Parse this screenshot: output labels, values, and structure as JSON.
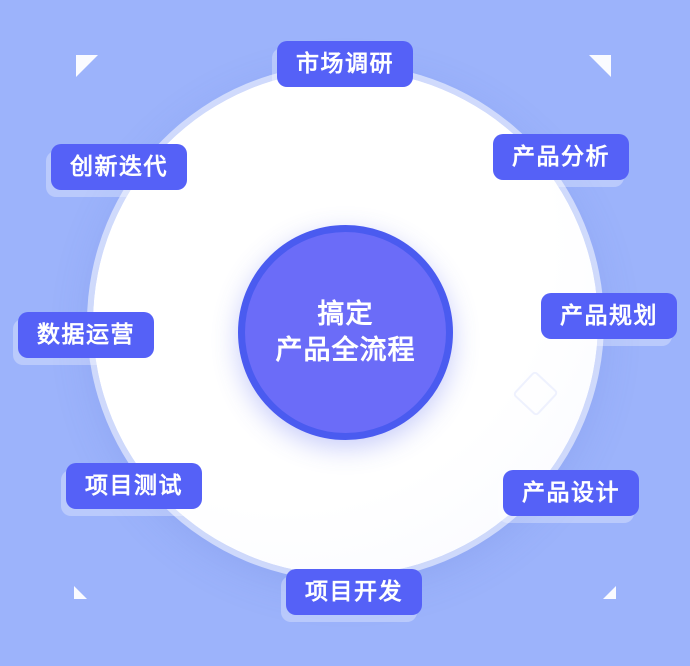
{
  "theme": {
    "background_color": "#9CB3FB",
    "chip_color": "#5561F7",
    "center_fill": "#6B6CF8",
    "center_ring": "#4A5BF0",
    "disc_color": "#FFFFFF",
    "text_color": "#FFFFFF"
  },
  "center": {
    "line1": "搞定",
    "line2": "产品全流程"
  },
  "nodes": [
    {
      "label": "市场调研",
      "position": "top"
    },
    {
      "label": "产品分析",
      "position": "top-right"
    },
    {
      "label": "产品规划",
      "position": "right"
    },
    {
      "label": "产品设计",
      "position": "bottom-right"
    },
    {
      "label": "项目开发",
      "position": "bottom"
    },
    {
      "label": "项目测试",
      "position": "bottom-left"
    },
    {
      "label": "数据运营",
      "position": "left"
    },
    {
      "label": "创新迭代",
      "position": "top-left"
    }
  ],
  "decorations": {
    "corner_top_left": "triangle-corner-icon",
    "corner_top_right": "triangle-corner-icon",
    "corner_bottom_left": "triangle-corner-icon",
    "corner_bottom_right": "triangle-corner-icon",
    "diamond": "diamond-outline-icon"
  }
}
